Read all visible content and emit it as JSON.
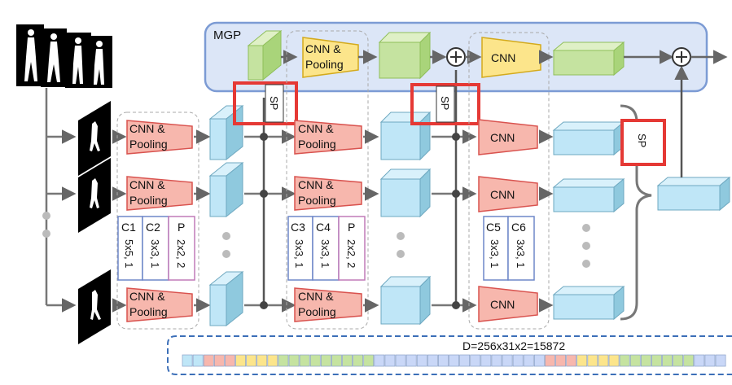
{
  "mgp": {
    "label": "MGP"
  },
  "blocks": {
    "cnn_pooling_line1": "CNN &",
    "cnn_pooling_line2": "Pooling",
    "cnn": "CNN",
    "sp": "SP"
  },
  "conv_specs": {
    "group1": [
      {
        "name": "C1",
        "param": "5x5, 1"
      },
      {
        "name": "C2",
        "param": "3x3, 1"
      },
      {
        "name": "P",
        "param": "2x2, 2"
      }
    ],
    "group2": [
      {
        "name": "C3",
        "param": "3x3, 1"
      },
      {
        "name": "C4",
        "param": "3x3, 1"
      },
      {
        "name": "P",
        "param": "2x2, 2"
      }
    ],
    "group3": [
      {
        "name": "C5",
        "param": "3x3, 1"
      },
      {
        "name": "C6",
        "param": "3x3, 1"
      }
    ]
  },
  "feature_vector": {
    "label": "D=256x31x2=15872"
  },
  "colors": {
    "mgp_bg": "#dce6f7",
    "mgp_border": "#7c9bd4",
    "pink": "#f7b7ad",
    "pink_border": "#d9534f",
    "yellow": "#fce58b",
    "yellow_border": "#d4aa1c",
    "green": "#c5e3a0",
    "blue": "#bfe6f7",
    "red_box": "#e53935",
    "dashed_blue": "#3c6fb8"
  }
}
